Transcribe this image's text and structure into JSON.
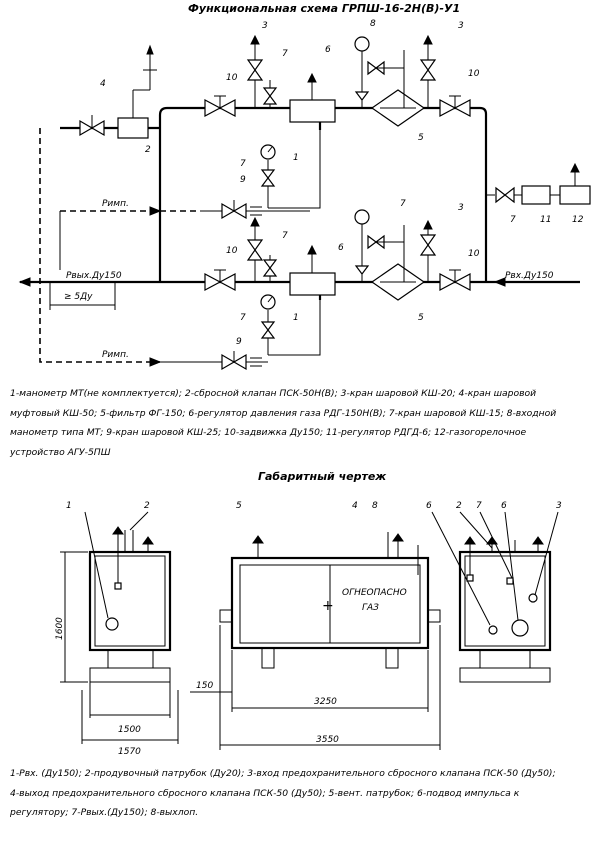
{
  "scheme": {
    "title": "Функциональная схема ГРПШ-16-2Н(В)-У1",
    "callouts": [
      "1",
      "2",
      "3",
      "4",
      "5",
      "6",
      "7",
      "8",
      "9",
      "10",
      "11",
      "12"
    ],
    "line_labels": {
      "rimp_top": "Римп.",
      "rimp_bottom": "Римп.",
      "outlet": "Рвых.Ду150",
      "inlet": "Рвх.Ду150",
      "dim": "≥ 5Ду"
    }
  },
  "legend_top": [
    "1-манометр МТ(не комплектуется); 2-сбросной клапан ПСК-50Н(В); 3-кран шаровой КШ-20; 4-кран шаровой",
    "муфтовый КШ-50; 5-фильтр ФГ-150; 6-регулятор давления газа РДГ-150Н(В); 7-кран шаровой КШ-15; 8-входной",
    "манометр типа МТ; 9-кран шаровой КШ-25; 10-задвижка Ду150; 11-регулятор РДГД-6; 12-газогорелочное",
    "устройство АГУ-5ПШ"
  ],
  "drawing": {
    "title": "Габаритный чертеж",
    "sign_line1": "ОГНЕОПАСНО",
    "sign_line2": "ГАЗ",
    "dims": {
      "height": "1600",
      "w1500": "1500",
      "w1570": "1570",
      "d150": "150",
      "d3250": "3250",
      "d3550": "3550"
    },
    "callouts_left": [
      "1",
      "2"
    ],
    "callouts_mid": [
      "5",
      "4",
      "8"
    ],
    "callouts_right": [
      "6",
      "2",
      "7",
      "6",
      "3"
    ]
  },
  "legend_bottom": [
    "1-Рвх. (Ду150); 2-продувочный патрубок (Ду20); 3-вход предохранительного сбросного клапана ПСК-50 (Ду50);",
    "4-выход предохранительного сбросного клапана ПСК-50 (Ду50); 5-вент. патрубок; 6-подвод импульса к",
    "регулятору; 7-Рвых.(Ду150); 8-выхлоп."
  ]
}
